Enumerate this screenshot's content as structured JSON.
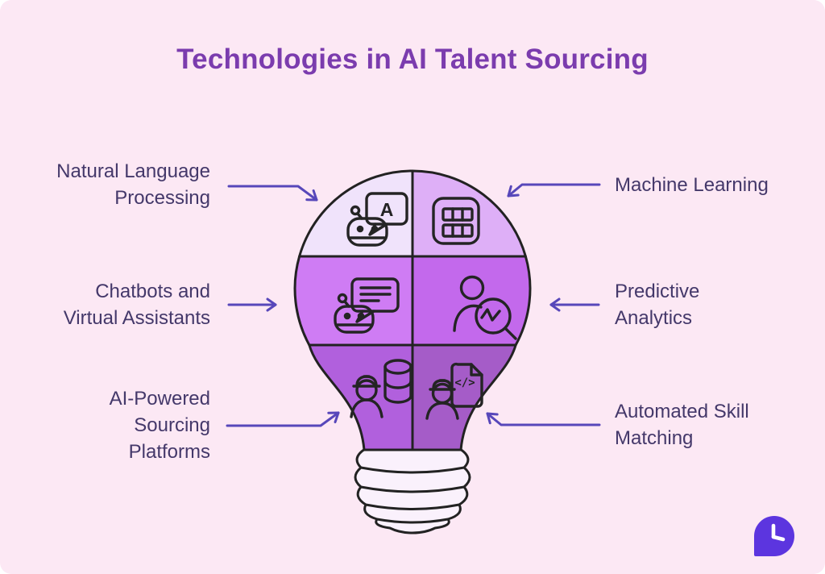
{
  "title": "Technologies in AI Talent Sourcing",
  "bulb": {
    "segments": [
      {
        "id": "nlp",
        "position": "top-left",
        "label": "Natural Language\nProcessing",
        "icon": "robot-chat-a-icon",
        "color": "#f0e3fb"
      },
      {
        "id": "ml",
        "position": "top-right",
        "label": "Machine Learning",
        "icon": "table-grid-icon",
        "color": "#deaff7"
      },
      {
        "id": "chatbots",
        "position": "middle-left",
        "label": "Chatbots and\nVirtual Assistants",
        "icon": "robot-chat-lines-icon",
        "color": "#cf7cf4"
      },
      {
        "id": "predictive",
        "position": "middle-right",
        "label": "Predictive\nAnalytics",
        "icon": "person-magnifier-chart-icon",
        "color": "#c369ec"
      },
      {
        "id": "sourcing",
        "position": "bottom-left",
        "label": "AI-Powered\nSourcing\nPlatforms",
        "icon": "engineer-database-icon",
        "color": "#b160dd"
      },
      {
        "id": "matching",
        "position": "bottom-right",
        "label": "Automated Skill\nMatching",
        "icon": "engineer-code-file-icon",
        "color": "#a55cc8"
      }
    ]
  },
  "glyphs": {
    "nlp_bubble_letter": "A",
    "code": "</>"
  },
  "colors": {
    "background": "#fce8f4",
    "title": "#7b3cae",
    "label_text": "#44386a",
    "arrow": "#5747ba",
    "outline": "#222222",
    "bulb_base": "#faf1fc",
    "logo": "#5c35df"
  }
}
